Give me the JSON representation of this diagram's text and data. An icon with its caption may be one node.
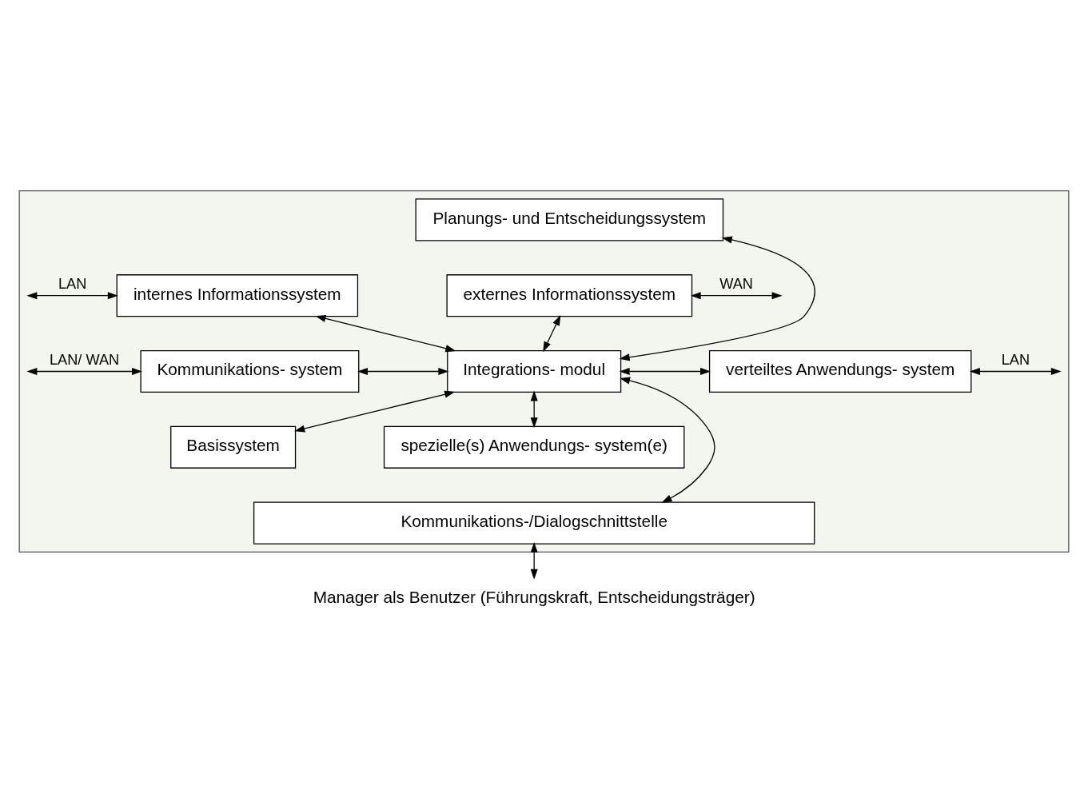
{
  "diagram": {
    "nodes": [
      {
        "text": [],
        "shape": "box"
      },
      {
        "text": [
          "Planungs- und Entscheidungssystem"
        ],
        "in": 0
      },
      {
        "text": [
          "internes Informationssystem"
        ],
        "in": 0
      },
      {
        "text": [
          "externes Informationssystem"
        ],
        "in": 0
      },
      {
        "text": [
          "Kommunikations- system"
        ],
        "in": 0
      },
      {
        "text": [
          "Integrations- modul"
        ],
        "in": 0
      },
      {
        "text": [
          "verteiltes Anwendungs- system"
        ],
        "in": 0
      },
      {
        "text": [
          "Basissystem"
        ],
        "in": 0
      },
      {
        "text": [
          "spezielle(s) Anwendungs- system(e)"
        ],
        "in": 0
      },
      {
        "text": [
          "Kommunikations-/Dialogschnittstelle"
        ],
        "in": 0
      },
      {
        "text": [
          "Manager als Benutzer (Führungskraft, Entscheidungsträger)"
        ]
      }
    ],
    "edges": [
      {
        "from": null,
        "to": 2,
        "arrow": "both",
        "label": "LAN"
      },
      {
        "from": null,
        "to": 4,
        "arrow": "both",
        "label": "LAN/ WAN"
      },
      {
        "from": 3,
        "to": null,
        "arrow": "both",
        "label": "WAN"
      },
      {
        "from": 6,
        "to": null,
        "arrow": "both",
        "label": "LAN"
      },
      {
        "from": 1,
        "to": 5,
        "arrow": "both"
      },
      {
        "from": 2,
        "to": 5,
        "arrow": "both"
      },
      {
        "from": 3,
        "to": 5,
        "arrow": "both"
      },
      {
        "from": 4,
        "to": 5,
        "arrow": "both"
      },
      {
        "from": 5,
        "to": 6,
        "arrow": "both"
      },
      {
        "from": 5,
        "to": 7,
        "arrow": "both"
      },
      {
        "from": 5,
        "to": 8,
        "arrow": "both"
      },
      {
        "from": 5,
        "to": 9,
        "arrow": "both"
      },
      {
        "from": 9,
        "to": 10,
        "arrow": "both"
      }
    ]
  }
}
